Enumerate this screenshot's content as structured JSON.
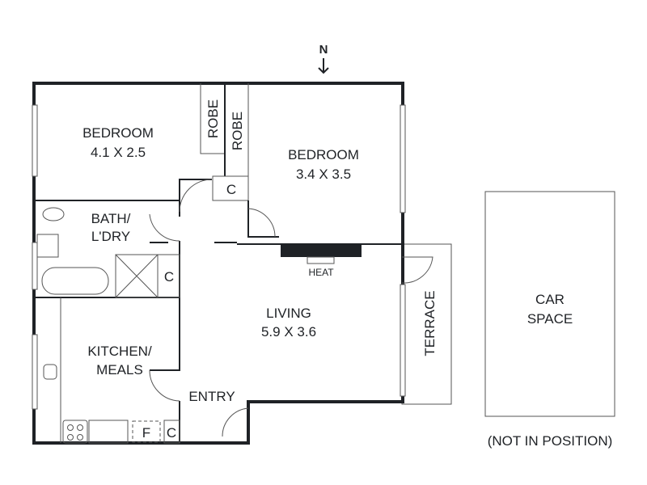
{
  "north": {
    "label": "N"
  },
  "rooms": {
    "bedroom1": {
      "name": "BEDROOM",
      "size": "4.1 X 2.5"
    },
    "bedroom2": {
      "name": "BEDROOM",
      "size": "3.4 X 3.5"
    },
    "robe1": "ROBE",
    "robe2": "ROBE",
    "cupboard": "C",
    "bath": {
      "line1": "BATH/",
      "line2": "L'DRY"
    },
    "living": {
      "name": "LIVING",
      "size": "5.9 X 3.6"
    },
    "heater": "HEAT",
    "kitchen": {
      "line1": "KITCHEN/",
      "line2": "MEALS"
    },
    "fridge": "F",
    "entry": "ENTRY",
    "terrace": "TERRACE",
    "car_space": {
      "line1": "CAR",
      "line2": "SPACE",
      "note": "(NOT IN POSITION)"
    }
  }
}
